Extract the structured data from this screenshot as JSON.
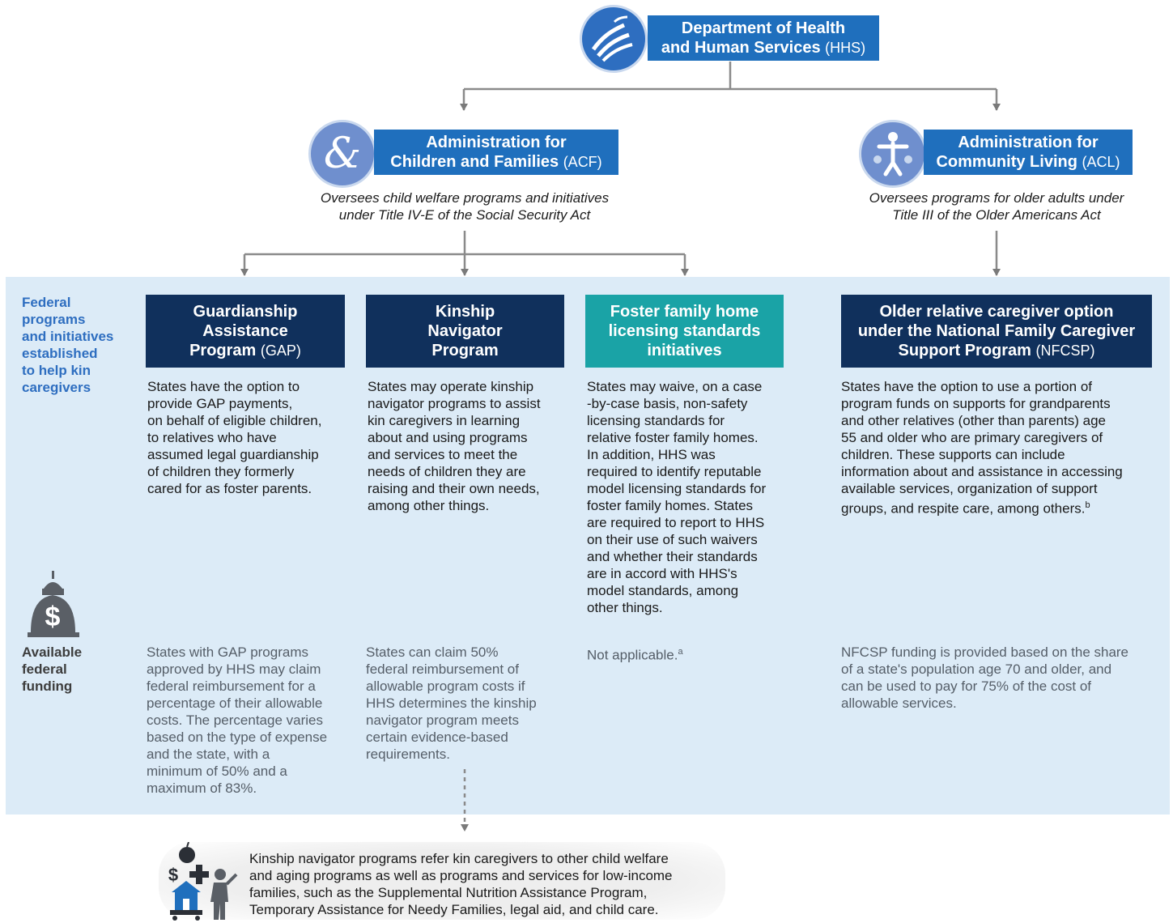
{
  "hhs": {
    "line1": "Department of Health",
    "line2": "and Human Services",
    "abbr": "(HHS)"
  },
  "acf": {
    "line1": "Administration for",
    "line2": "Children and Families",
    "abbr": "(ACF)",
    "desc1": "Oversees child welfare programs and initiatives",
    "desc2": "under Title IV-E of the Social Security Act"
  },
  "acl": {
    "line1": "Administration for",
    "line2": "Community Living",
    "abbr": "(ACL)",
    "desc1": "Oversees programs for older adults under",
    "desc2": "Title III of the Older Americans Act"
  },
  "side_labels": {
    "programs": [
      "Federal",
      "programs",
      "and initiatives",
      "established",
      "to help kin",
      "caregivers"
    ],
    "funding": [
      "Available",
      "federal",
      "funding"
    ]
  },
  "programs": [
    {
      "title_lines": [
        "Guardianship",
        "Assistance",
        "Program"
      ],
      "abbr": "(GAP)",
      "body": [
        "States have the option to",
        "provide GAP payments,",
        "on behalf of eligible children,",
        "to relatives who have",
        "assumed legal guardianship",
        "of children they formerly",
        "cared for as foster parents."
      ],
      "funding": [
        "States with GAP programs",
        "approved by HHS may claim",
        "federal reimbursement for a",
        "percentage of their allowable",
        "costs. The percentage varies",
        "based on the type of expense",
        "and the state, with a",
        "minimum of 50% and a",
        "maximum of 83%."
      ]
    },
    {
      "title_lines": [
        "Kinship",
        "Navigator",
        "Program"
      ],
      "abbr": "",
      "body": [
        "States may operate kinship",
        "navigator programs to assist",
        "kin caregivers in learning",
        "about and using programs",
        "and services to meet the",
        "needs of children they are",
        "raising and their own needs,",
        "among other things."
      ],
      "funding": [
        "States can claim 50%",
        "federal reimbursement of",
        "allowable program costs if",
        "HHS determines the kinship",
        "navigator program meets",
        "certain evidence-based",
        "requirements."
      ]
    },
    {
      "title_lines": [
        "Foster family home",
        "licensing standards",
        "initiatives"
      ],
      "abbr": "",
      "body": [
        "States may waive, on a case",
        "-by-case basis, non-safety",
        "licensing standards for",
        "relative foster family homes.",
        "In addition, HHS was",
        "required to identify reputable",
        "model licensing standards for",
        "foster family homes. States",
        "are required to report to HHS",
        "on their use of such waivers",
        "and whether their standards",
        "are in accord with HHS's",
        "model standards, among",
        "other things."
      ],
      "funding_text": "Not applicable.",
      "funding_note": "a"
    },
    {
      "title_lines": [
        "Older relative caregiver option",
        "under the National Family Caregiver",
        "Support Program"
      ],
      "abbr": "(NFCSP)",
      "body": [
        "States have the option to use a portion of",
        "program funds on supports for grandparents",
        "and other relatives (other than parents) age",
        "55 and older who are primary caregivers of",
        "children. These supports can include",
        "information about and assistance in accessing",
        "available services, organization of support"
      ],
      "body_last": "groups, and respite care, among others.",
      "body_note": "b",
      "funding": [
        "NFCSP funding is provided based on the share",
        "of a state's population age 70 and older, and",
        "can be used to pay for 75% of the cost of",
        "allowable services."
      ]
    }
  ],
  "callout": [
    "Kinship navigator programs refer kin caregivers to other child welfare",
    "and aging programs as well as programs and services for low-income",
    "families, such as the Supplemental Nutrition Assistance Program,",
    "Temporary Assistance for Needy Families, legal aid, and child care."
  ],
  "icons": {
    "hhs": "hhs-eagle-logo",
    "acf": "acf-ampersand-logo",
    "acl": "acl-people-logo",
    "funding": "capitol-dollar-icon",
    "callout": "services-person-icon"
  },
  "colors": {
    "agency": "#1f6fbd",
    "program": "#10305c",
    "program_teal": "#1aa3a6",
    "panel": "#dcebf7",
    "side_label": "#2e6ec0"
  }
}
